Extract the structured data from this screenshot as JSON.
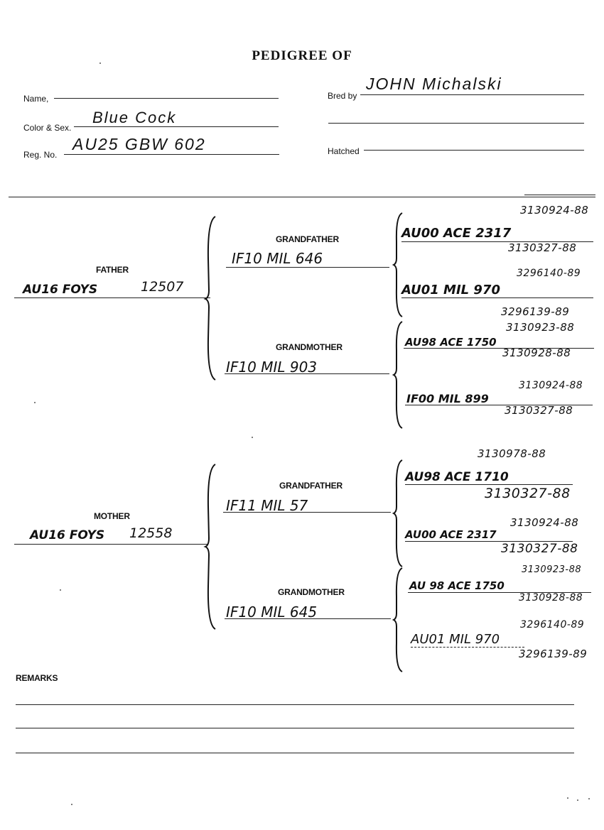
{
  "form": {
    "title": "PEDIGREE OF",
    "name_label": "Name,",
    "color_sex_label": "Color & Sex.",
    "reg_no_label": "Reg. No.",
    "bred_by_label": "Bred by",
    "hatched_label": "Hatched",
    "remarks_label": "REMARKS",
    "father_label": "FATHER",
    "mother_label": "MOTHER",
    "grandfather_label": "GRANDFATHER",
    "grandmother_label": "GRANDMOTHER"
  },
  "entries": {
    "name": "",
    "color_sex": "Blue Cock",
    "reg_no": "AU25 GBW 602",
    "bred_by": "JOHN Michalski",
    "hatched": ""
  },
  "father": {
    "band": "AU16 FOYS",
    "number": "12507"
  },
  "mother": {
    "band": "AU16 FOYS",
    "number": "12558"
  },
  "paternal_grandfather": "IF10 MIL 646",
  "paternal_grandmother": "IF10 MIL 903",
  "maternal_grandfather": "IF11 MIL 57",
  "maternal_grandmother": "IF10 MIL 645",
  "great_grandparents": [
    {
      "band": "AU00 ACE 2317",
      "number_above": "3130924-88",
      "number_below": "3130327-88"
    },
    {
      "band": "AU01 MIL 970",
      "number_above": "3296140-89",
      "number_below": "3296139-89"
    },
    {
      "band": "AU98 ACE 1750",
      "number_above": "3130923-88",
      "number_below": "3130928-88"
    },
    {
      "band": "IF00 MIL 899",
      "number_above": "3130924-88",
      "number_below": "3130327-88"
    },
    {
      "band": "AU98 ACE 1710",
      "number_above": "3130978-88",
      "number_below": "3130327-88"
    },
    {
      "band": "AU00 ACE 2317",
      "number_above": "3130924-88",
      "number_below": "3130327-88"
    },
    {
      "band": "AU 98 ACE 1750",
      "number_above": "3130923-88",
      "number_below": "3130928-88"
    },
    {
      "band": "AU01 MIL 970",
      "number_above": "3296140-89",
      "number_below": "3296139-89"
    }
  ],
  "great_grandparents_display": [
    "AU00 ACE 2317",
    "AU01 MIL 970",
    "AU98 ACE 1750",
    "IF00 MIL 899",
    "AU98 ACE 1710",
    "AU00 ACE 2317",
    "AU 98 ACE 1750",
    "AU01 MIL 970"
  ]
}
